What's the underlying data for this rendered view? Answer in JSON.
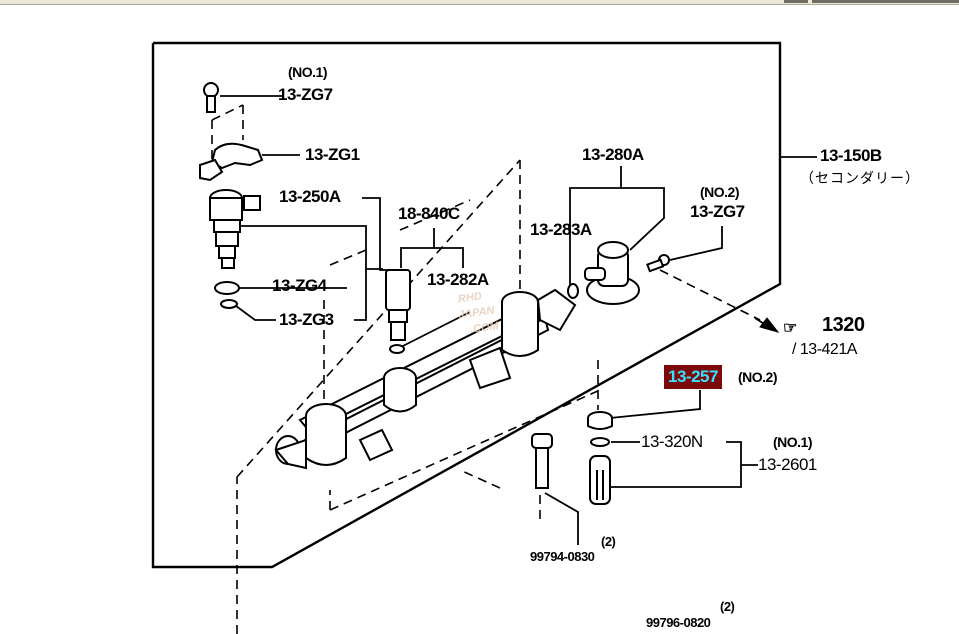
{
  "diagram": {
    "title_part": "13-150B",
    "title_note": "（セコンダリー）",
    "highlight_color": "#7b0a0a",
    "highlight_text_color": "#35e3ff",
    "labels": {
      "zg7_no1_qty": "(NO.1)",
      "zg7_no1": "13-ZG7",
      "zg1": "13-ZG1",
      "p250a": "13-250A",
      "zg4": "13-ZG4",
      "zg3": "13-ZG3",
      "p840c": "18-840C",
      "p282a": "13-282A",
      "p280a": "13-280A",
      "p283a": "13-283A",
      "zg7_no2_qty": "(NO.2)",
      "zg7_no2": "13-ZG7",
      "ref_page": "1320",
      "ref_sub": "/ 13-421A",
      "p257": "13-257",
      "p257_qty": "(NO.2)",
      "p320n": "13-320N",
      "p2601_qty": "(NO.1)",
      "p2601": "13-2601",
      "bolt1_qty": "(2)",
      "bolt1": "99794-0830",
      "bolt2_qty": "(2)",
      "bolt2": "99796-0820"
    },
    "watermark": [
      "RHD",
      "JAPAN",
      ".COM"
    ],
    "icons": {
      "reference": "pointing-hand-icon"
    }
  }
}
